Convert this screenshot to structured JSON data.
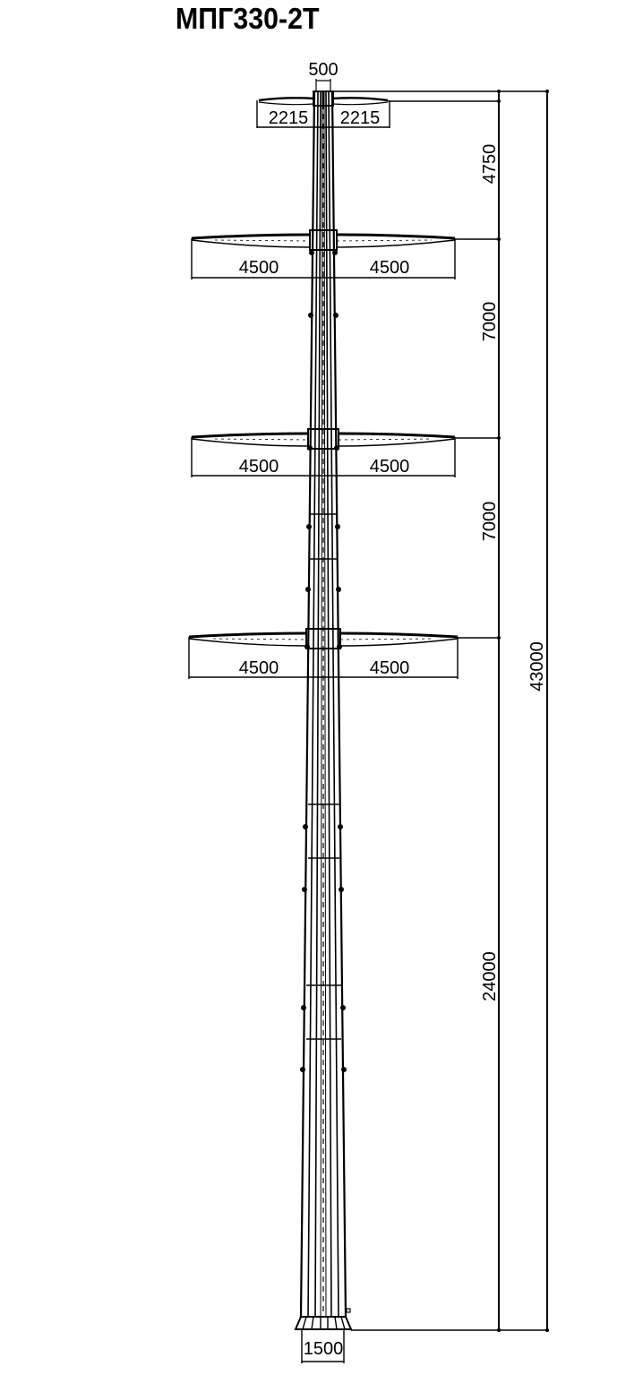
{
  "title": "МПГ330-2Т",
  "drawing": {
    "type": "steel multifaceted power-line pole elevation",
    "colors": {
      "line": "#000000",
      "background": "#ffffff"
    },
    "dimensions": {
      "top_width": "500",
      "top_arm_left": "2215",
      "top_arm_right": "2215",
      "arm1_left": "4500",
      "arm1_right": "4500",
      "arm2_left": "4500",
      "arm2_right": "4500",
      "arm3_left": "4500",
      "arm3_right": "4500",
      "base_width": "1500",
      "height_top_section": "4750",
      "height_section_2": "7000",
      "height_section_3": "7000",
      "height_bottom_section": "24000",
      "total_height": "43000"
    }
  }
}
